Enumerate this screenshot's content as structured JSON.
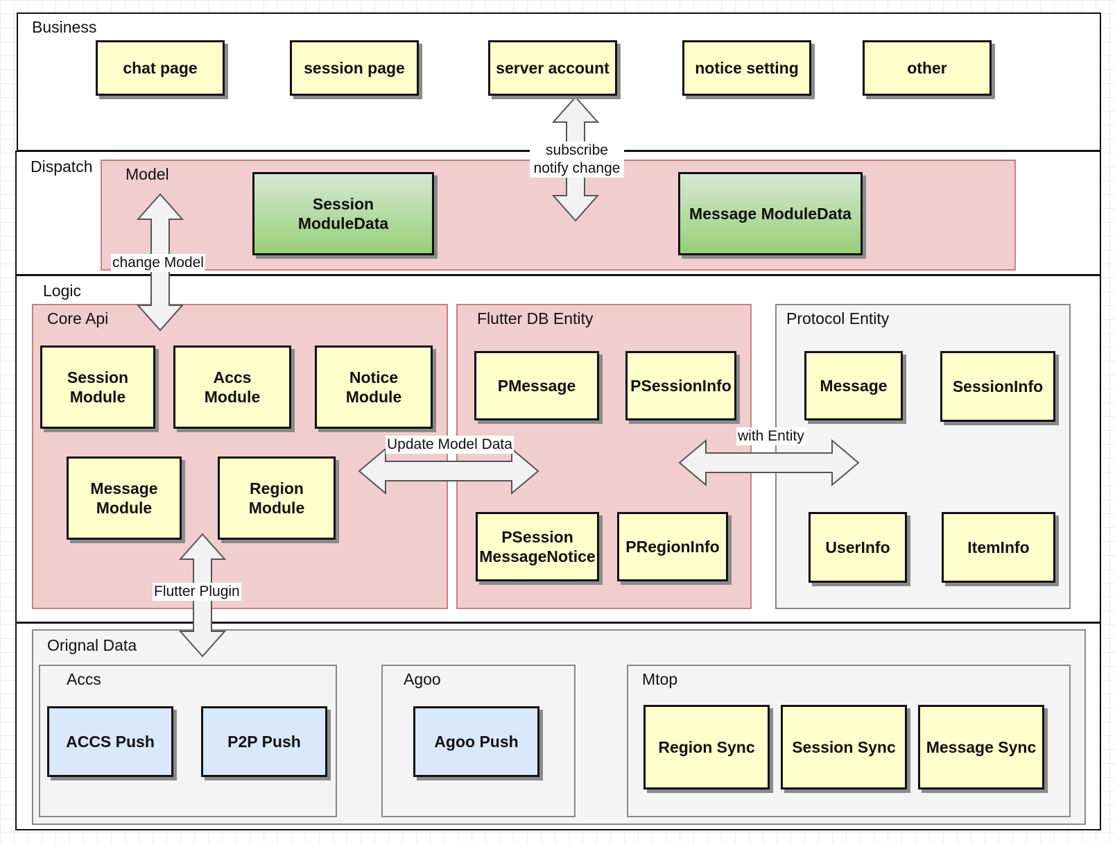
{
  "layers": {
    "business": "Business",
    "dispatch": "Dispatch",
    "logic": "Logic",
    "original": "Orignal Data"
  },
  "groups": {
    "model": "Model",
    "core_api": "Core Api",
    "flutter_db": "Flutter DB Entity",
    "protocol": "Protocol Entity",
    "accs": "Accs",
    "agoo": "Agoo",
    "mtop": "Mtop"
  },
  "business": [
    "chat page",
    "session page",
    "server account",
    "notice setting",
    "other"
  ],
  "model_boxes": [
    "Session\nModuleData",
    "Message ModuleData"
  ],
  "core_api": [
    "Session\nModule",
    "Accs\nModule",
    "Notice\nModule",
    "Message\nModule",
    "Region\nModule"
  ],
  "flutter_db": [
    "PMessage",
    "PSessionInfo",
    "PSession\nMessageNotice",
    "PRegionInfo"
  ],
  "protocol": [
    "Message",
    "SessionInfo",
    "UserInfo",
    "ItemInfo"
  ],
  "accs": [
    "ACCS  Push",
    "P2P Push"
  ],
  "agoo": [
    "Agoo Push"
  ],
  "mtop": [
    "Region Sync",
    "Session Sync",
    "Message Sync"
  ],
  "edges": {
    "subscribe": "subscribe\nnotify change",
    "change_model": "change Model",
    "update_model": "Update Model Data",
    "with_entity": "with Entity",
    "flutter_plugin": "Flutter Plugin"
  },
  "colors": {
    "box_yellow": "#ffffcc",
    "box_blue": "#dae8fc",
    "box_green_top": "#d5e8d4",
    "box_green_bottom": "#97d077",
    "group_pink": "#f2cdcd",
    "group_gray": "#f4f4f4"
  }
}
